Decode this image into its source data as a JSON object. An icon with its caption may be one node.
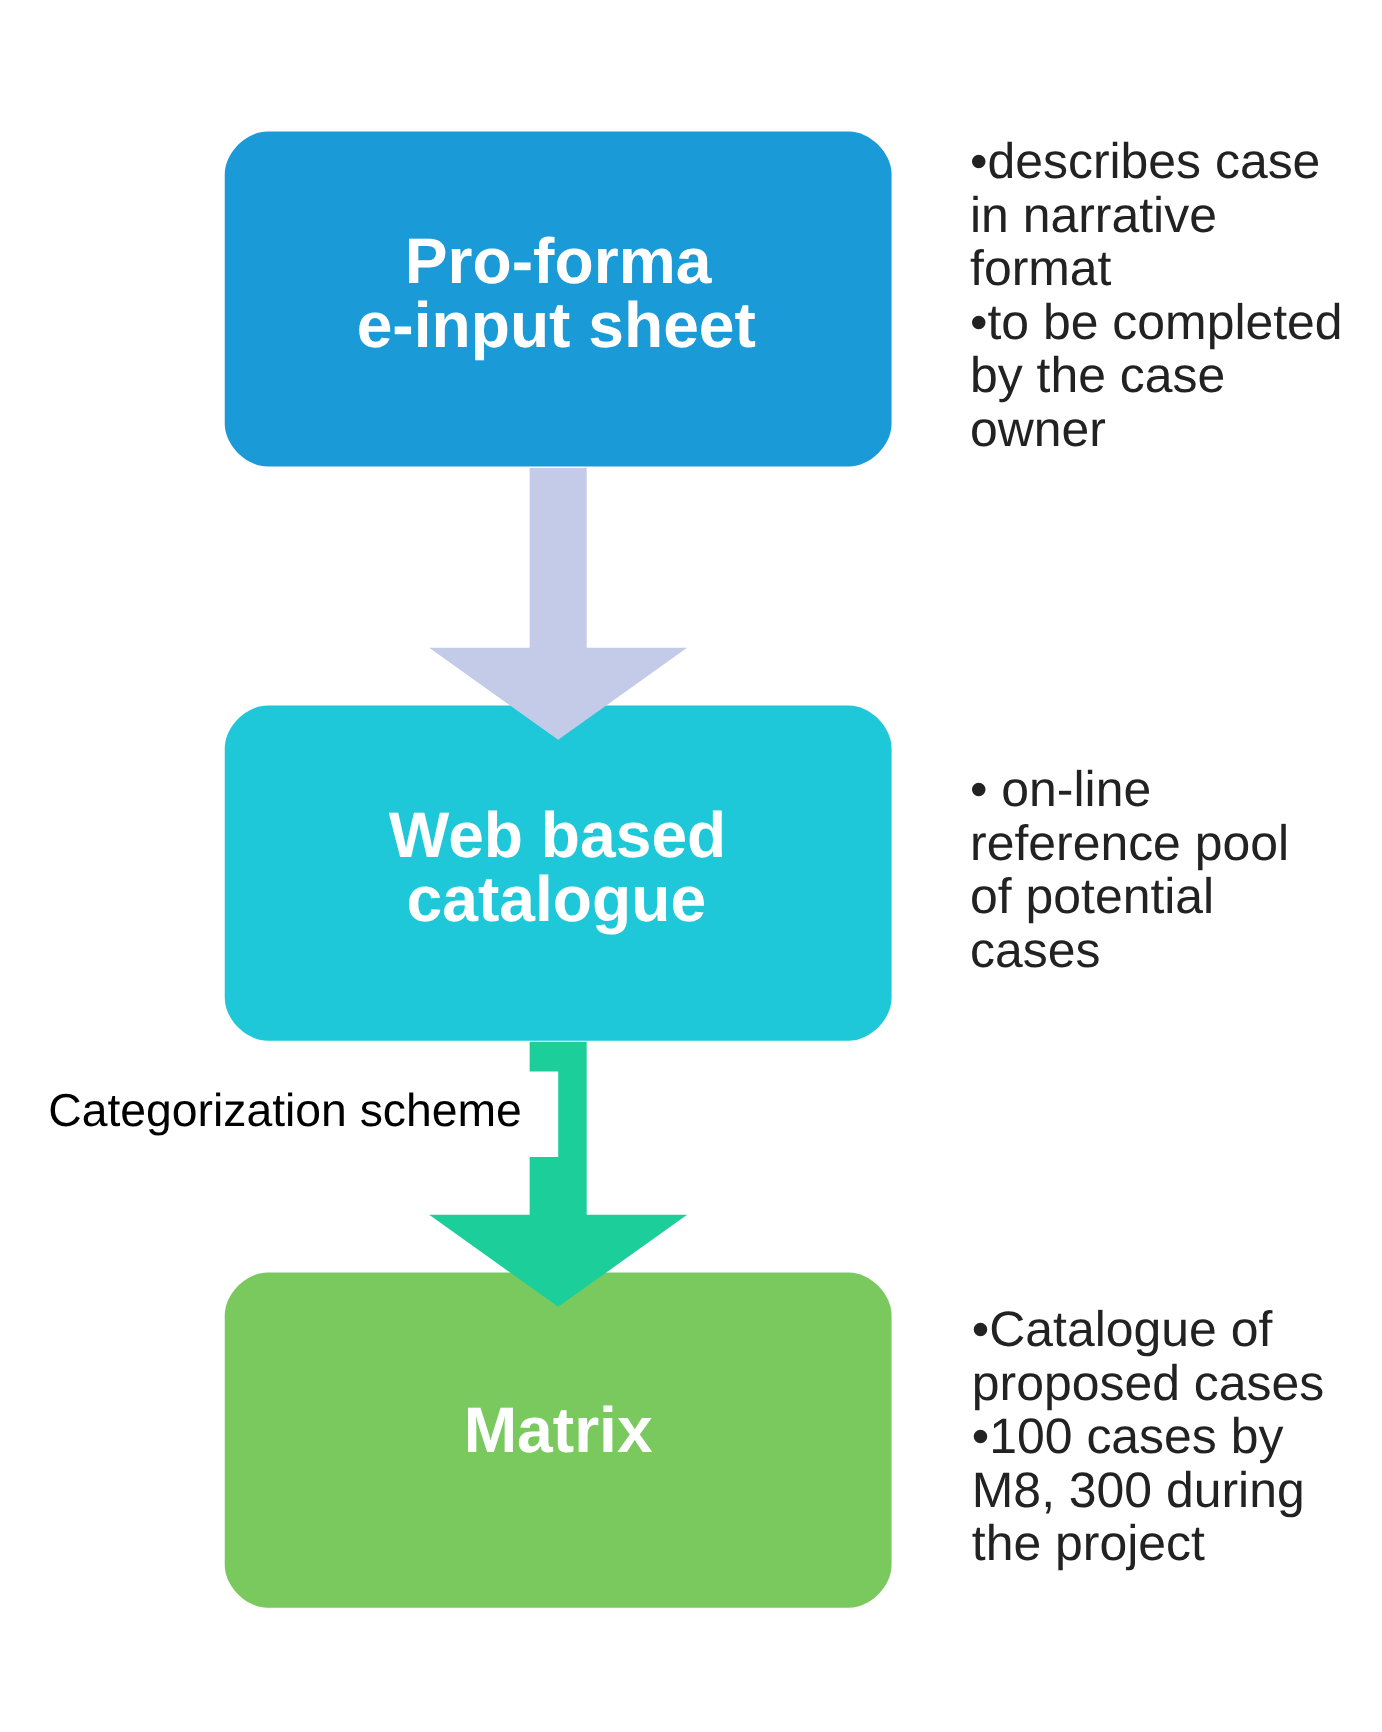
{
  "diagram": {
    "nodes": [
      {
        "text": [
          "Pro-forma e-input sheet"
        ],
        "beside": [
          "•describes case in narrative format",
          "•to be completed by the case owner"
        ]
      },
      {
        "text": [
          "Web based catalogue"
        ],
        "beside": [
          "• on-line reference pool of potential cases"
        ]
      },
      {
        "text": [
          "Matrix"
        ],
        "beside": [
          "•Catalogue of proposed cases",
          "•100 cases by M8, 300 during the project"
        ]
      }
    ],
    "edges": [
      {
        "from": 0,
        "to": 1,
        "arrow": "to",
        "color": "#c3cbe8"
      },
      {
        "from": 1,
        "to": 2,
        "arrow": "to",
        "color": "#1ccf9a",
        "label": "Categorization scheme"
      }
    ]
  }
}
